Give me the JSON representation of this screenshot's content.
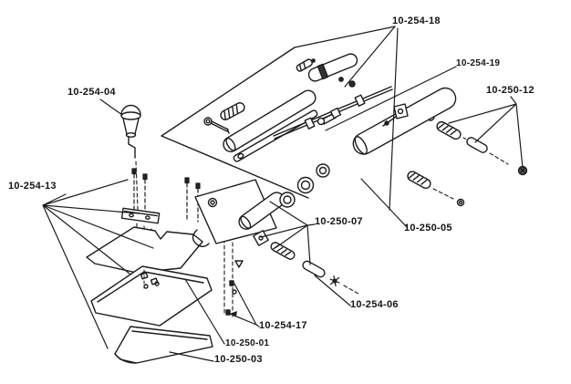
{
  "diagram": {
    "kind": "exploded-parts-line-drawing",
    "background_color": "#ffffff",
    "ink_color": "#1c1c1c",
    "labels": [
      {
        "text": "10-254-18"
      },
      {
        "text": "10-254-19"
      },
      {
        "text": "10-250-12"
      },
      {
        "text": "10-254-04"
      },
      {
        "text": "10-254-13"
      },
      {
        "text": "10-250-07"
      },
      {
        "text": "10-250-05"
      },
      {
        "text": "10-254-06"
      },
      {
        "text": "10-254-17"
      },
      {
        "text": "10-250-01"
      },
      {
        "text": "10-250-03"
      }
    ]
  }
}
